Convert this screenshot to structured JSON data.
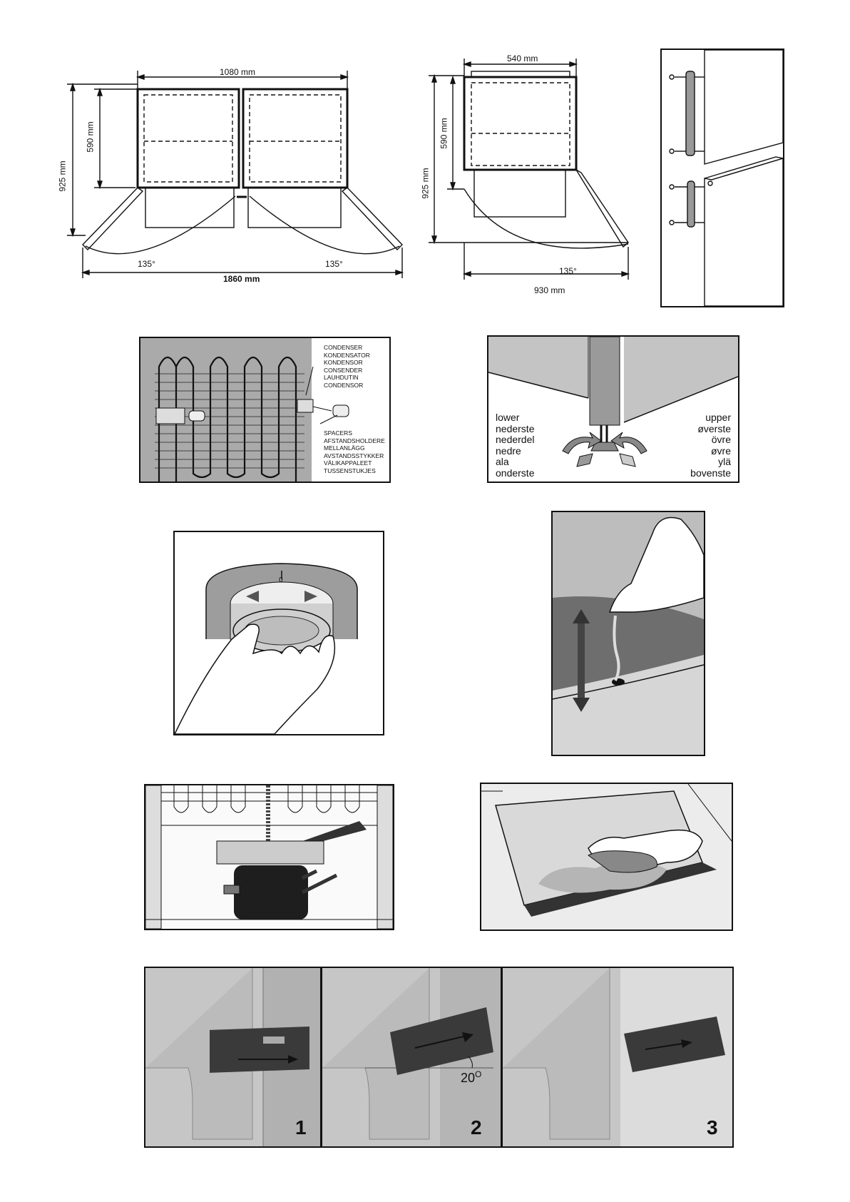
{
  "dimensions_top": {
    "width_total": "1080 mm",
    "depth": "590 mm",
    "height": "925 mm",
    "angle_left": "135°",
    "angle_right": "135°",
    "span": "1860 mm"
  },
  "dimensions_side": {
    "width": "540 mm",
    "depth": "590 mm",
    "height": "925 mm",
    "angle": "135°",
    "span": "930 mm"
  },
  "condenser": {
    "title_labels": [
      "CONDENSER",
      "KONDENSATOR",
      "KONDENSOR",
      "CONSENDER",
      "LAUHDUTIN",
      "CONDENSOR"
    ],
    "spacer_labels": [
      "SPACERS",
      "AFSTANDSHOLDERE",
      "MELLANLÄGG",
      "AVSTANDSSTYKKER",
      "VÄLIKAPPALEET",
      "TUSSENSTUKJES"
    ]
  },
  "leveling": {
    "lower": [
      "lower",
      "nederste",
      "nederdel",
      "nedre",
      "ala",
      "onderste"
    ],
    "upper": [
      "upper",
      "øverste",
      "övre",
      "øvre",
      "ylä",
      "bovenste"
    ]
  },
  "bulb_cover": {
    "dial_mark": "0"
  },
  "drawer_steps": {
    "angle": "20",
    "angle_unit": "O",
    "steps": [
      "1",
      "2",
      "3"
    ]
  },
  "colors": {
    "line": "#111111",
    "panel_gray": "#b9b9b9",
    "dark_part": "#3a3a3a"
  }
}
